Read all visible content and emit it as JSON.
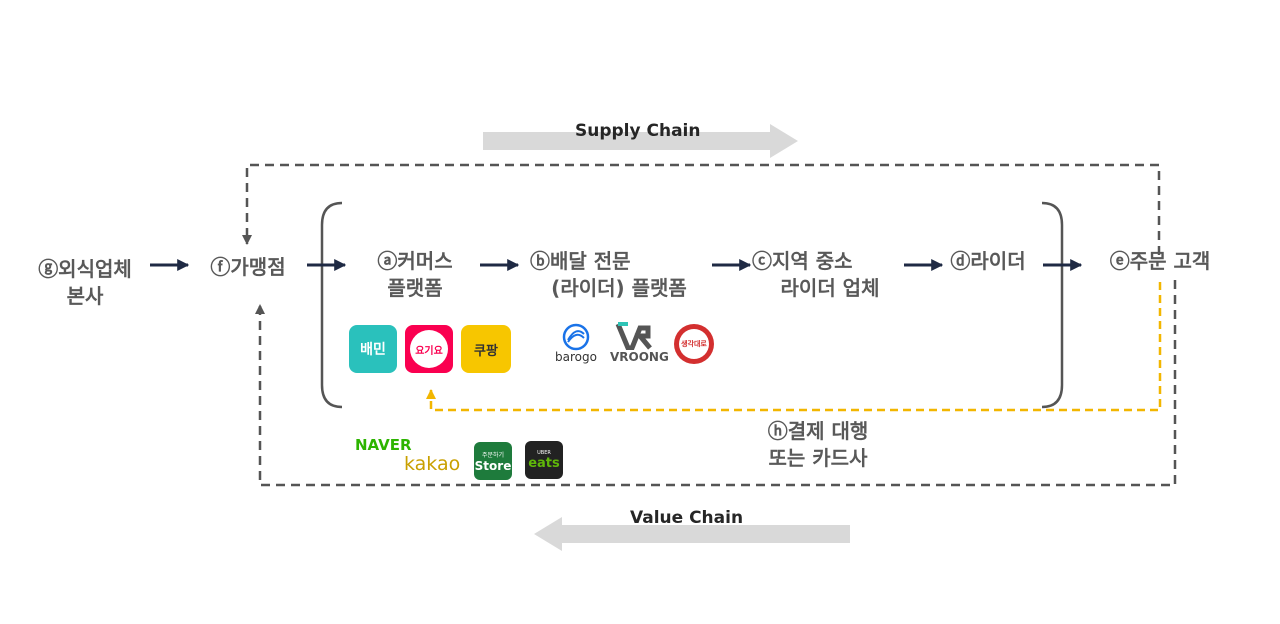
{
  "chains": {
    "supply": "Supply Chain",
    "value": "Value Chain"
  },
  "nodes": {
    "hq": {
      "line1": "ⓖ외식업체",
      "line2": "본사"
    },
    "franchise": {
      "line1": "ⓕ가맹점"
    },
    "commerce": {
      "line1": "ⓐ커머스",
      "line2": "플랫폼"
    },
    "delivery": {
      "line1": "ⓑ배달 전문",
      "line2": "(라이더) 플랫폼"
    },
    "regional": {
      "line1": "ⓒ지역 중소",
      "line2": "라이더 업체"
    },
    "rider": {
      "line1": "ⓓ라이더"
    },
    "customer": {
      "line1": "ⓔ주문 고객"
    },
    "payment": {
      "line1": "ⓗ결제 대행",
      "line2": "또는 카드사"
    }
  },
  "logos": {
    "baemin": {
      "text": "배민",
      "color": "#2ac1bc"
    },
    "yogiyo": {
      "text": "요기요",
      "color": "#fa0050"
    },
    "coupang": {
      "text": "쿠팡",
      "color": "#f7c600"
    },
    "barogo": {
      "text": "barogo",
      "color": "#1a73e8"
    },
    "vroong": {
      "text": "VROONG",
      "color": "#555555"
    },
    "saenggak": {
      "text": "생각대로",
      "color": "#d32f2f"
    },
    "naver": {
      "text": "NAVER",
      "color": "#2db400"
    },
    "kakao": {
      "text": "kakao",
      "color": "#c9a000"
    },
    "store": {
      "text": "Store",
      "small": "주문하기",
      "color": "#1e7b3c"
    },
    "eats": {
      "text": "eats",
      "small": "UBER",
      "color": "#222222"
    }
  },
  "colors": {
    "node_text": "#595959",
    "arrow": "#1f2a44",
    "dashed": "#555555",
    "payment_dashed": "#f2b600",
    "chain_arrow": "#d9d9d9"
  }
}
